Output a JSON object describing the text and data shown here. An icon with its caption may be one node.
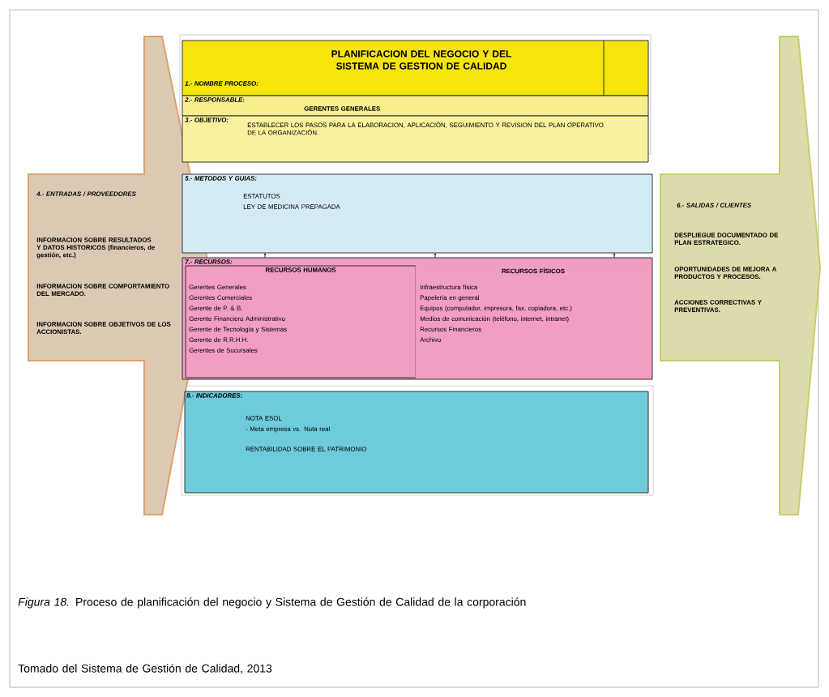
{
  "diagram": {
    "caption": "*Figura 18.* Proceso de planificación del negocio y Sistema de Gestión de Calidad de la corporación",
    "nodes": [
      {
        "text": [
          "4.- ENTRADAS / PROVEEDORES",
          "INFORMACION SOBRE RESULTADOS Y DATOS HISTORICOS (financieros, de gestión, etc.)",
          "INFORMACION SOBRE COMPORTAMIENTO DEL MERCADO.",
          "INFORMACION SOBRE OBJETIVOS DE LOS ACCIONISTAS."
        ]
      },
      {
        "text": [
          "1.- NOMBRE PROCESO:",
          "PLANIFICACION DEL NEGOCIO Y DEL SISTEMA DE GESTION DE CALIDAD"
        ]
      },
      {
        "text": [
          "2.- RESPONSABLE:",
          "GERENTES GENERALES"
        ]
      },
      {
        "text": [
          "3.- OBJETIVO:",
          "ESTABLECER LOS PASOS PARA LA ELABORACION, APLICACIÓN, SEGUIMIENTO Y REVISION DEL PLAN OPERATIVO DE LA ORGANIZACIÓN."
        ]
      },
      {
        "text": [
          "5.- METODOS Y GUIAS:",
          "ESTATUTOS",
          "LEY DE MEDICINA PREPAGADA"
        ]
      },
      {
        "text": [
          "7.- RECURSOS:"
        ]
      },
      {
        "text": [
          "RECURSOS HUMANOS",
          "Gerentes Generales",
          "Gerentes Comerciales",
          "Gerente de P. & B.",
          "Gerente Financiero Administrativo",
          "Gerente de Tecnología y Sistemas",
          "Gerente de R.R.H.H.",
          "Gerentes de Sucursales"
        ],
        "in": 5
      },
      {
        "text": [
          "RECURSOS FÍSICOS",
          "Infraestructura física",
          "Papelería en general",
          "Equipos (computador, impresora, fax, copiadora, etc.)",
          "Medios de comunicación (teléfono, internet, intranet)",
          "Recursos Financieros",
          "Archivo"
        ],
        "in": 5
      },
      {
        "text": [
          "8.- INDICADORES:",
          "NOTA ESOL",
          "- Meta empresa vs. Nota real",
          "RENTABILIDAD SOBRE EL PATRIMONIO"
        ]
      },
      {
        "text": [
          "6.- SALIDAS / CLIENTES",
          "DESPLIEGUE DOCUMENTADO DE PLAN ESTRATEGICO.",
          "OPORTUNIDADES DE MEJORA A PRODUCTOS Y PROCESOS.",
          "ACCIONES CORRECTIVAS Y PREVENTIVAS."
        ]
      }
    ],
    "edges": [
      {
        "from": 5,
        "to": 4,
        "arrow": "to"
      },
      {
        "from": 5,
        "to": 4,
        "arrow": "to"
      },
      {
        "from": 5,
        "to": 4,
        "arrow": "to"
      }
    ],
    "labels": [
      "Tomado del Sistema de Gestión de Calidad, 2013"
    ]
  }
}
